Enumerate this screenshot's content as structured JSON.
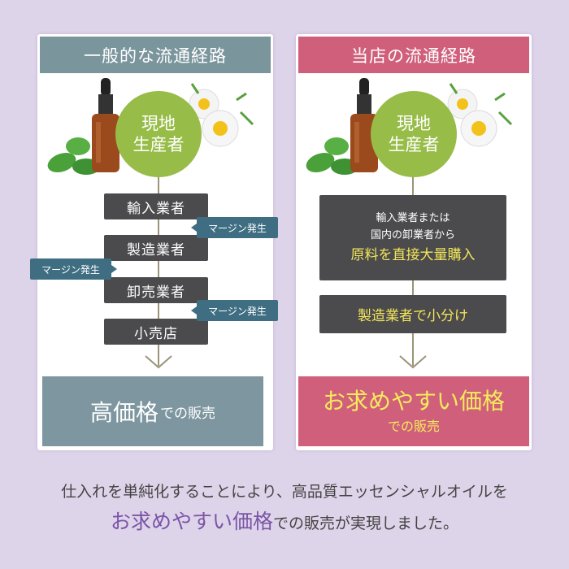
{
  "general": {
    "title": "一般的な流通経路",
    "producer": [
      "現地",
      "生産者"
    ],
    "steps": [
      "輸入業者",
      "製造業者",
      "卸売業者",
      "小売店"
    ],
    "margin_label": "マージン発生",
    "result_big": "高価格",
    "result_small": "での販売"
  },
  "ours": {
    "title": "当店の流通経路",
    "producer": [
      "現地",
      "生産者"
    ],
    "step1_line1": "輸入業者または",
    "step1_line2": "国内の卸業者から",
    "step1_highlight": "原料を直接大量購入",
    "step2": "製造業者で小分け",
    "result_big": "お求めやすい価格",
    "result_small": "での販売"
  },
  "caption": {
    "line1": "仕入れを単純化することにより、高品質エッセンシャルオイルを",
    "line2_highlight": "お求めやすい価格",
    "line2_rest": "での販売が実現しました。"
  },
  "colors": {
    "bg": "#ded4ea",
    "general": "#7b959d",
    "ours": "#cf5f7a",
    "green": "#97bc47",
    "tag": "#3f6e83",
    "yellow": "#f3e75a"
  }
}
